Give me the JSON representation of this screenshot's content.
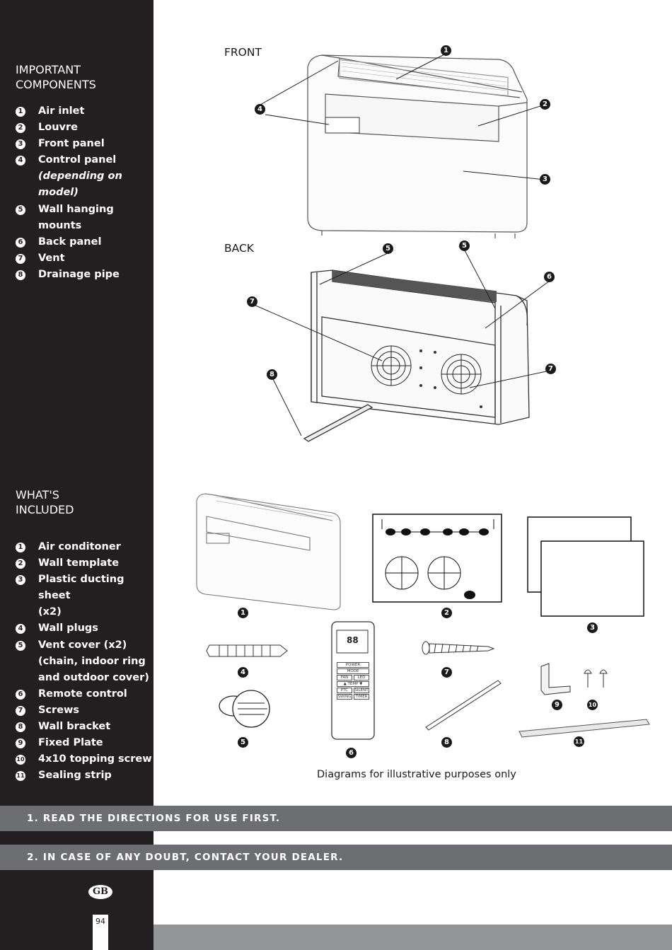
{
  "components": {
    "heading_line1": "IMPORTANT",
    "heading_line2": "COMPONENTS",
    "items": [
      {
        "num": "1",
        "line1": "Air inlet"
      },
      {
        "num": "2",
        "line1": "Louvre"
      },
      {
        "num": "3",
        "line1": "Front panel"
      },
      {
        "num": "4",
        "line1": "Control panel",
        "line2": "(depending on",
        "line3": "model)"
      },
      {
        "num": "5",
        "line1": "Wall hanging",
        "line2": "mounts"
      },
      {
        "num": "6",
        "line1": "Back panel"
      },
      {
        "num": "7",
        "line1": "Vent"
      },
      {
        "num": "8",
        "line1": "Drainage pipe"
      }
    ]
  },
  "included": {
    "heading_line1": "WHAT'S",
    "heading_line2": "INCLUDED",
    "items": [
      {
        "num": "1",
        "line1": "Air conditoner"
      },
      {
        "num": "2",
        "line1": "Wall template"
      },
      {
        "num": "3",
        "line1": "Plastic ducting sheet",
        "line2": "(x2)"
      },
      {
        "num": "4",
        "line1": "Wall plugs"
      },
      {
        "num": "5",
        "line1": "Vent cover (x2)",
        "line2": "(chain, indoor ring",
        "line3": "and outdoor cover)"
      },
      {
        "num": "6",
        "line1": "Remote control"
      },
      {
        "num": "7",
        "line1": "Screws"
      },
      {
        "num": "8",
        "line1": "Wall bracket"
      },
      {
        "num": "9",
        "line1": "Fixed Plate"
      },
      {
        "num": "10",
        "line1": "4x10 topping screw"
      },
      {
        "num": "11",
        "line1": "Sealing strip"
      }
    ]
  },
  "diagrams": {
    "front_label": "FRONT",
    "back_label": "BACK",
    "caption": "Diagrams for illustrative purposes only",
    "front_callouts": [
      "1",
      "4",
      "2",
      "3"
    ],
    "back_callouts": [
      "5",
      "5",
      "6",
      "7",
      "8",
      "7"
    ],
    "included_callouts": [
      "1",
      "2",
      "3",
      "4",
      "7",
      "9",
      "10",
      "5",
      "8",
      "11",
      "6"
    ],
    "remote": {
      "display": "88",
      "buttons": [
        "POWER",
        "MODE",
        "FAN",
        "LED",
        "▲ TEMP ▼",
        "PTC",
        "SILENT",
        "SWING",
        "TIMER"
      ]
    }
  },
  "footer": {
    "notice1": "1. READ THE DIRECTIONS FOR USE FIRST.",
    "notice2": "2. IN CASE OF ANY DOUBT, CONTACT YOUR DEALER.",
    "region_badge": "GB",
    "page_number": "94"
  }
}
